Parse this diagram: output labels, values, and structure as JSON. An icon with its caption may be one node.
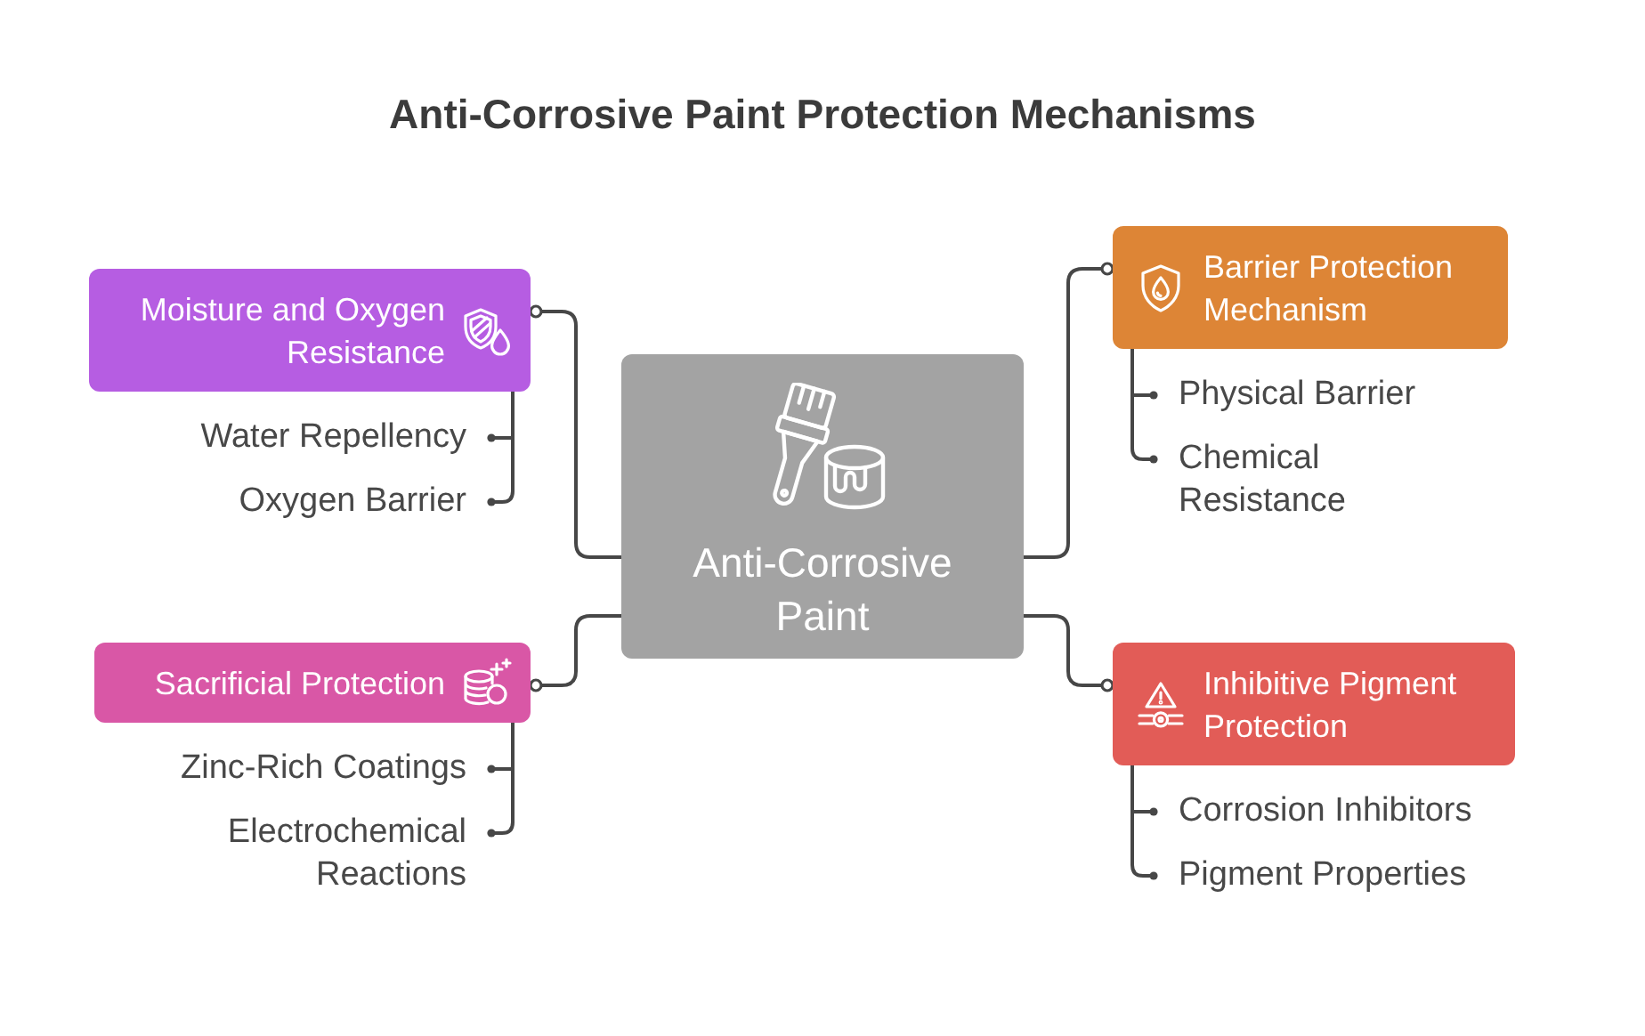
{
  "diagram": {
    "title": "Anti-Corrosive Paint Protection Mechanisms",
    "nodes": [
      {
        "text": [
          "Anti-Corrosive Paint"
        ]
      },
      {
        "text": [
          "Moisture and Oxygen Resistance"
        ]
      },
      {
        "text": [
          "Water Repellency"
        ]
      },
      {
        "text": [
          "Oxygen Barrier"
        ]
      },
      {
        "text": [
          "Barrier Protection Mechanism"
        ]
      },
      {
        "text": [
          "Physical Barrier"
        ]
      },
      {
        "text": [
          "Chemical Resistance"
        ]
      },
      {
        "text": [
          "Sacrificial Protection"
        ]
      },
      {
        "text": [
          "Zinc-Rich Coatings"
        ]
      },
      {
        "text": [
          "Electrochemical Reactions"
        ]
      },
      {
        "text": [
          "Inhibitive Pigment Protection"
        ]
      },
      {
        "text": [
          "Corrosion Inhibitors"
        ]
      },
      {
        "text": [
          "Pigment Properties"
        ]
      }
    ],
    "edges": [
      {
        "from": 0,
        "to": 1,
        "arrow": "other"
      },
      {
        "from": 1,
        "to": 2,
        "arrow": "other"
      },
      {
        "from": 1,
        "to": 3,
        "arrow": "other"
      },
      {
        "from": 0,
        "to": 4,
        "arrow": "other"
      },
      {
        "from": 4,
        "to": 5,
        "arrow": "other"
      },
      {
        "from": 4,
        "to": 6,
        "arrow": "other"
      },
      {
        "from": 0,
        "to": 7,
        "arrow": "other"
      },
      {
        "from": 7,
        "to": 8,
        "arrow": "other"
      },
      {
        "from": 7,
        "to": 9,
        "arrow": "other"
      },
      {
        "from": 0,
        "to": 10,
        "arrow": "other"
      },
      {
        "from": 10,
        "to": 11,
        "arrow": "other"
      },
      {
        "from": 10,
        "to": 12,
        "arrow": "other"
      }
    ]
  }
}
